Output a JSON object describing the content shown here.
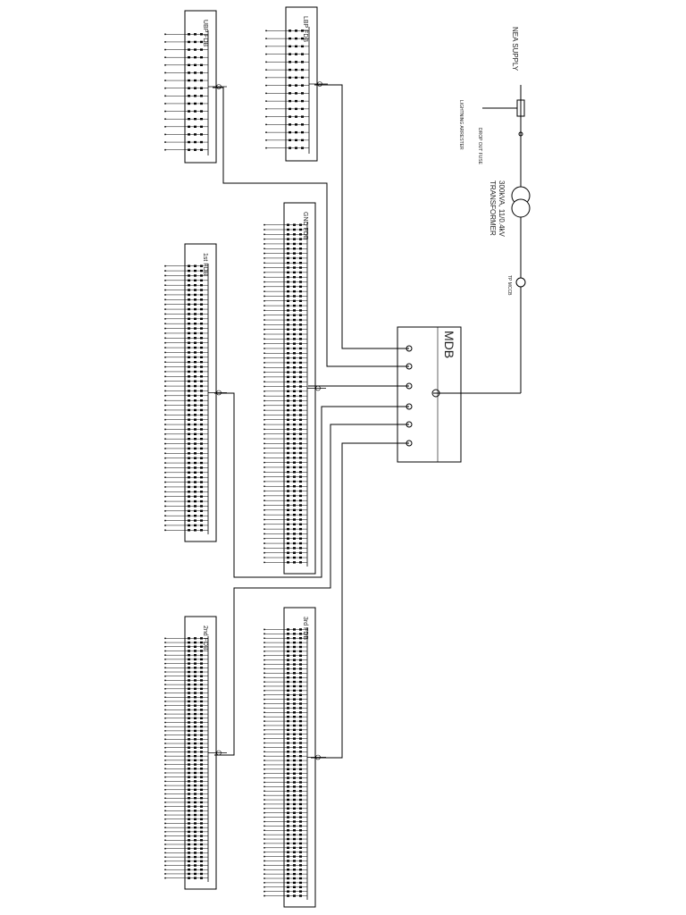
{
  "diagram": {
    "supply": {
      "title": "NEA SUPPLY",
      "arrester": "LIGHTNING ARRESTER",
      "fuse": "DROP OUT FUSE",
      "transformer_line1": "300kVA, 11/0.4kV",
      "transformer_line2": "TRANSFORMER",
      "breaker": "TP MCCB"
    },
    "mdb": {
      "title": "MDB"
    },
    "panels": {
      "ubp": {
        "title": "UBP FDB",
        "circuits": 16
      },
      "lbp": {
        "title": "LBP FDB",
        "circuits": 16
      },
      "first": {
        "title": "1st FDB",
        "circuits": 56
      },
      "ground": {
        "title": "GND FDB",
        "circuits": 72
      },
      "second": {
        "title": "2nd FDB",
        "circuits": 58
      },
      "third": {
        "title": "3rd FDB",
        "circuits": 62
      }
    }
  }
}
